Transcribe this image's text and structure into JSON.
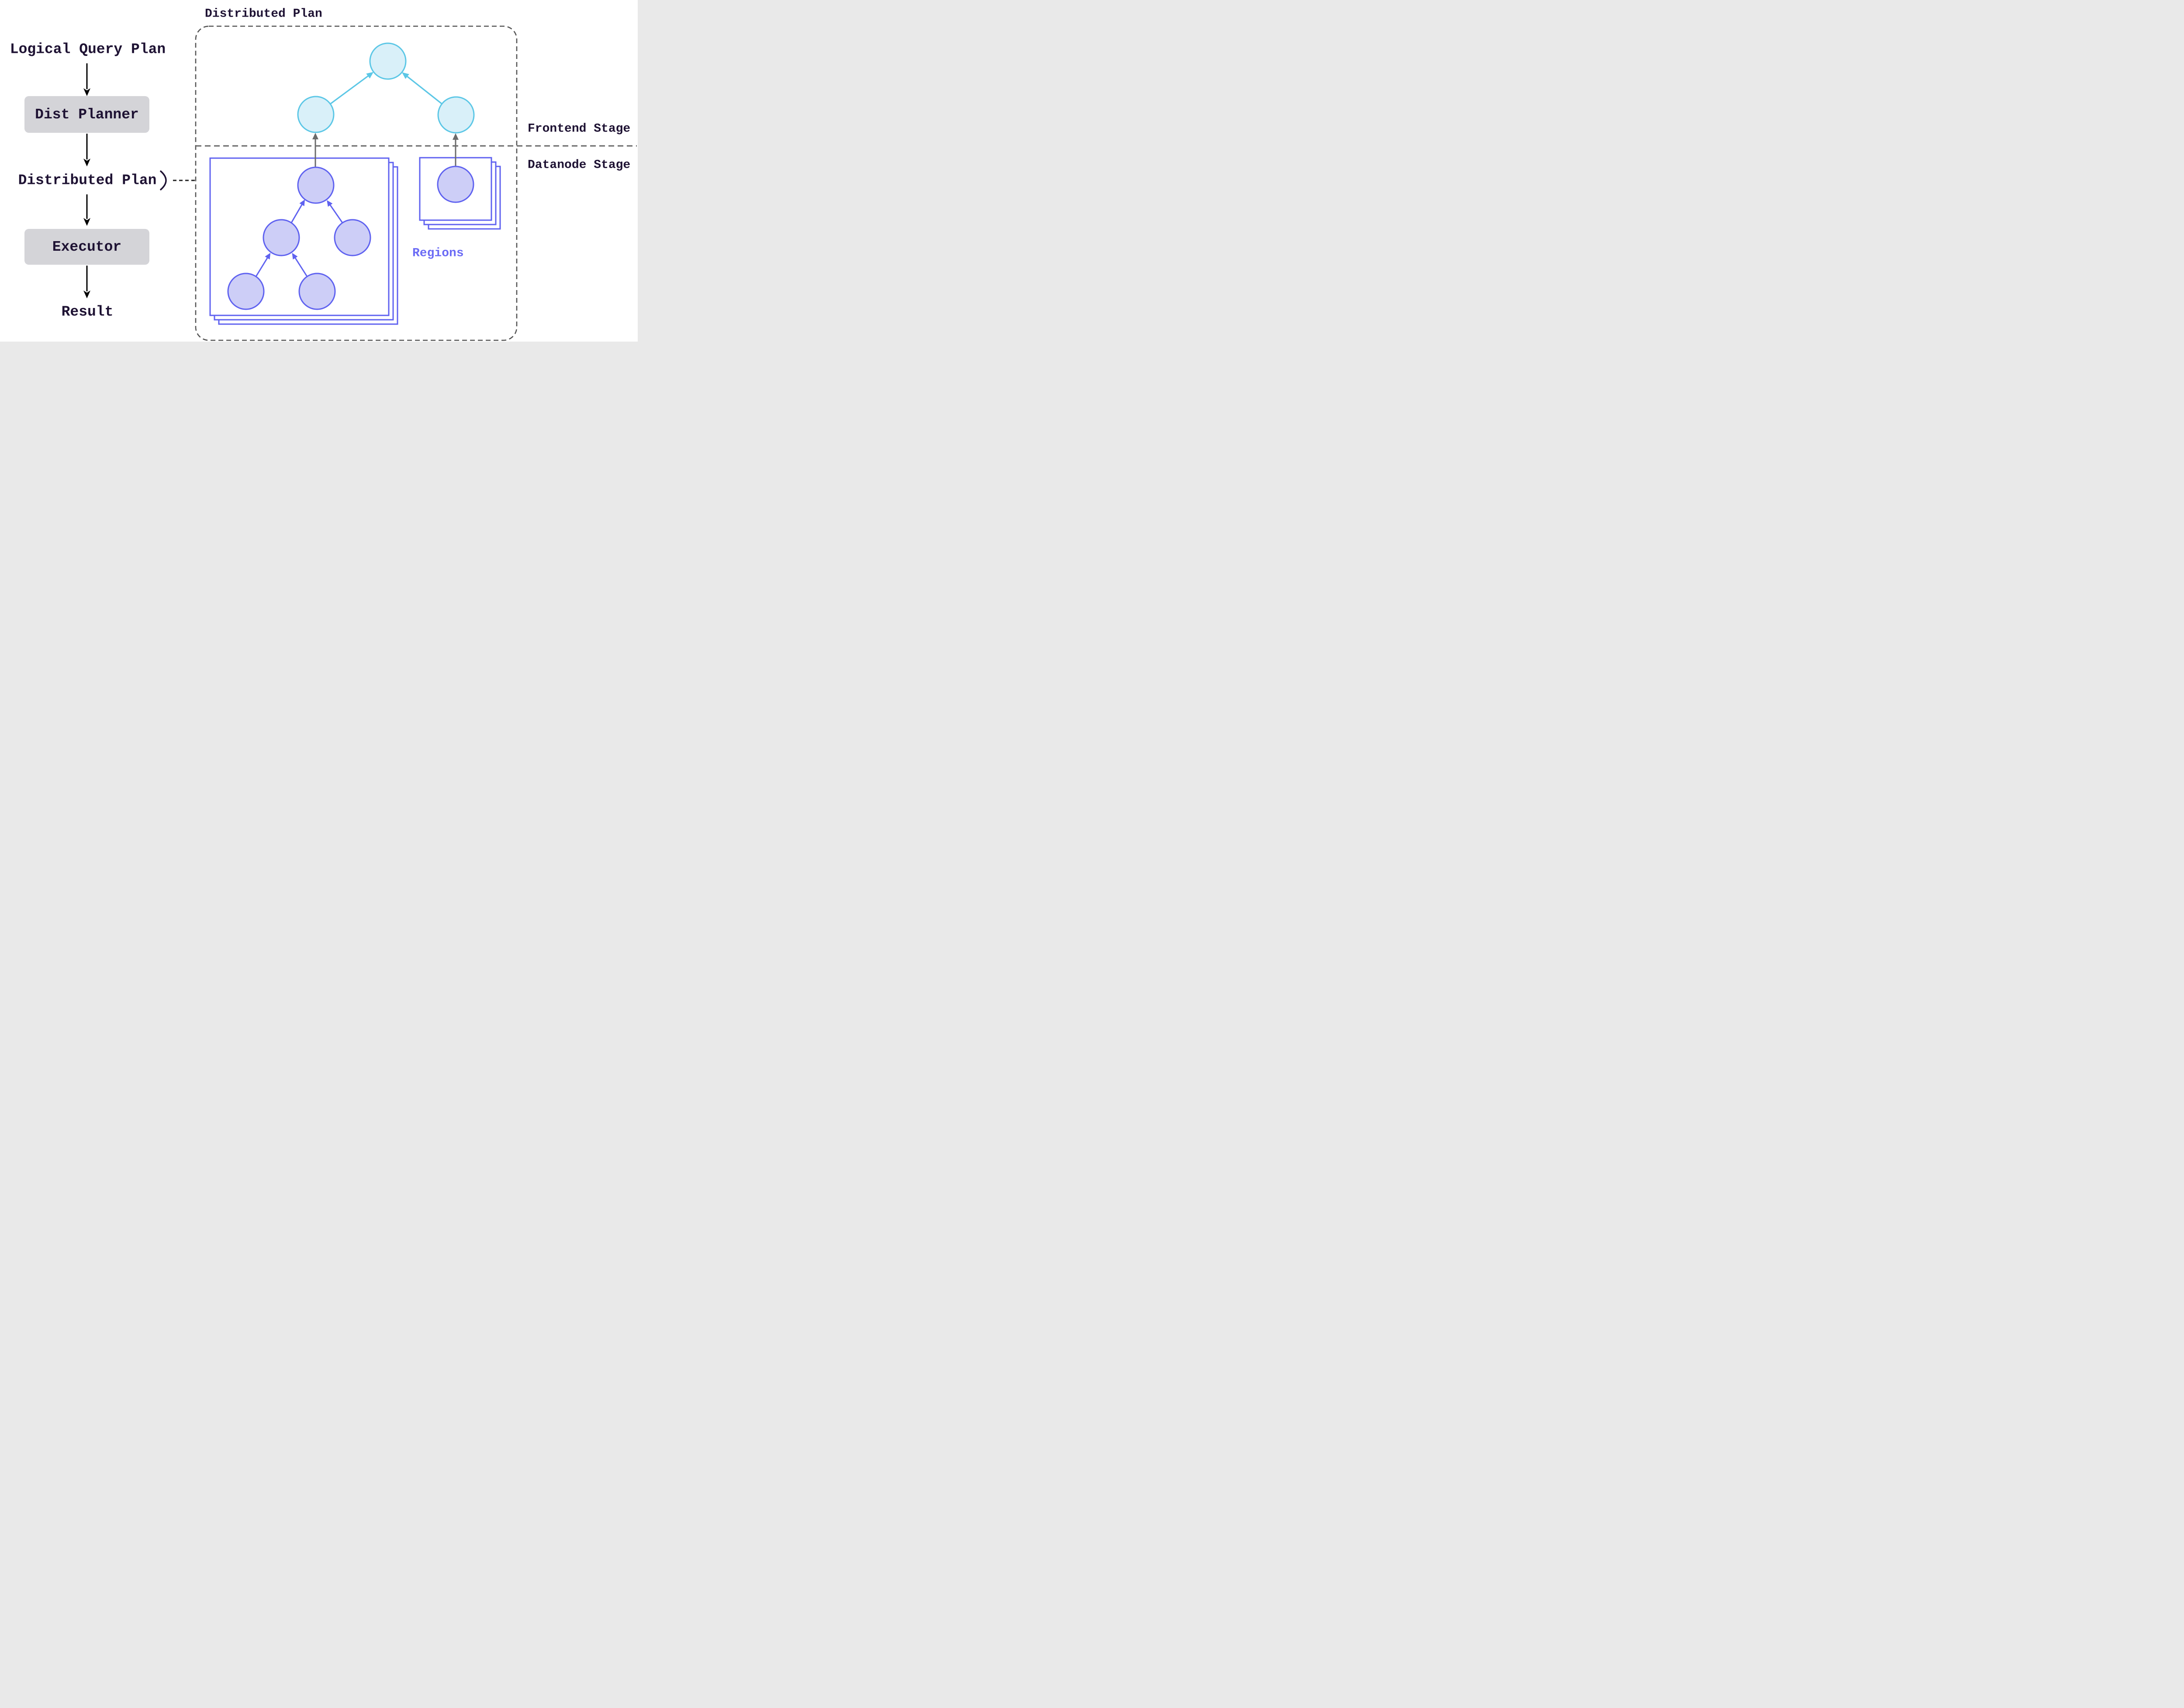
{
  "colors": {
    "text_dark": "#1e1233",
    "box_fill": "#d4d4d8",
    "indigo": "#5f62f0",
    "indigo_fill": "#cdcef7",
    "cyan": "#5cc7e6",
    "cyan_fill": "#d9f0f9",
    "gray_arrow": "#6b6b6b",
    "dashed_border": "#555555",
    "black": "#000000",
    "regions_text": "#6b6bf5",
    "page_bg": "#ffffff"
  },
  "left_flow": {
    "logical_query_plan_label": "Logical Query Plan",
    "dist_planner_label": "Dist Planner",
    "distributed_plan_label": "Distributed Plan",
    "executor_label": "Executor",
    "result_label": "Result"
  },
  "distributed_plan_box": {
    "title": "Distributed Plan",
    "frontend_stage_label": "Frontend Stage",
    "datanode_stage_label": "Datanode Stage",
    "regions_label": "Regions"
  }
}
